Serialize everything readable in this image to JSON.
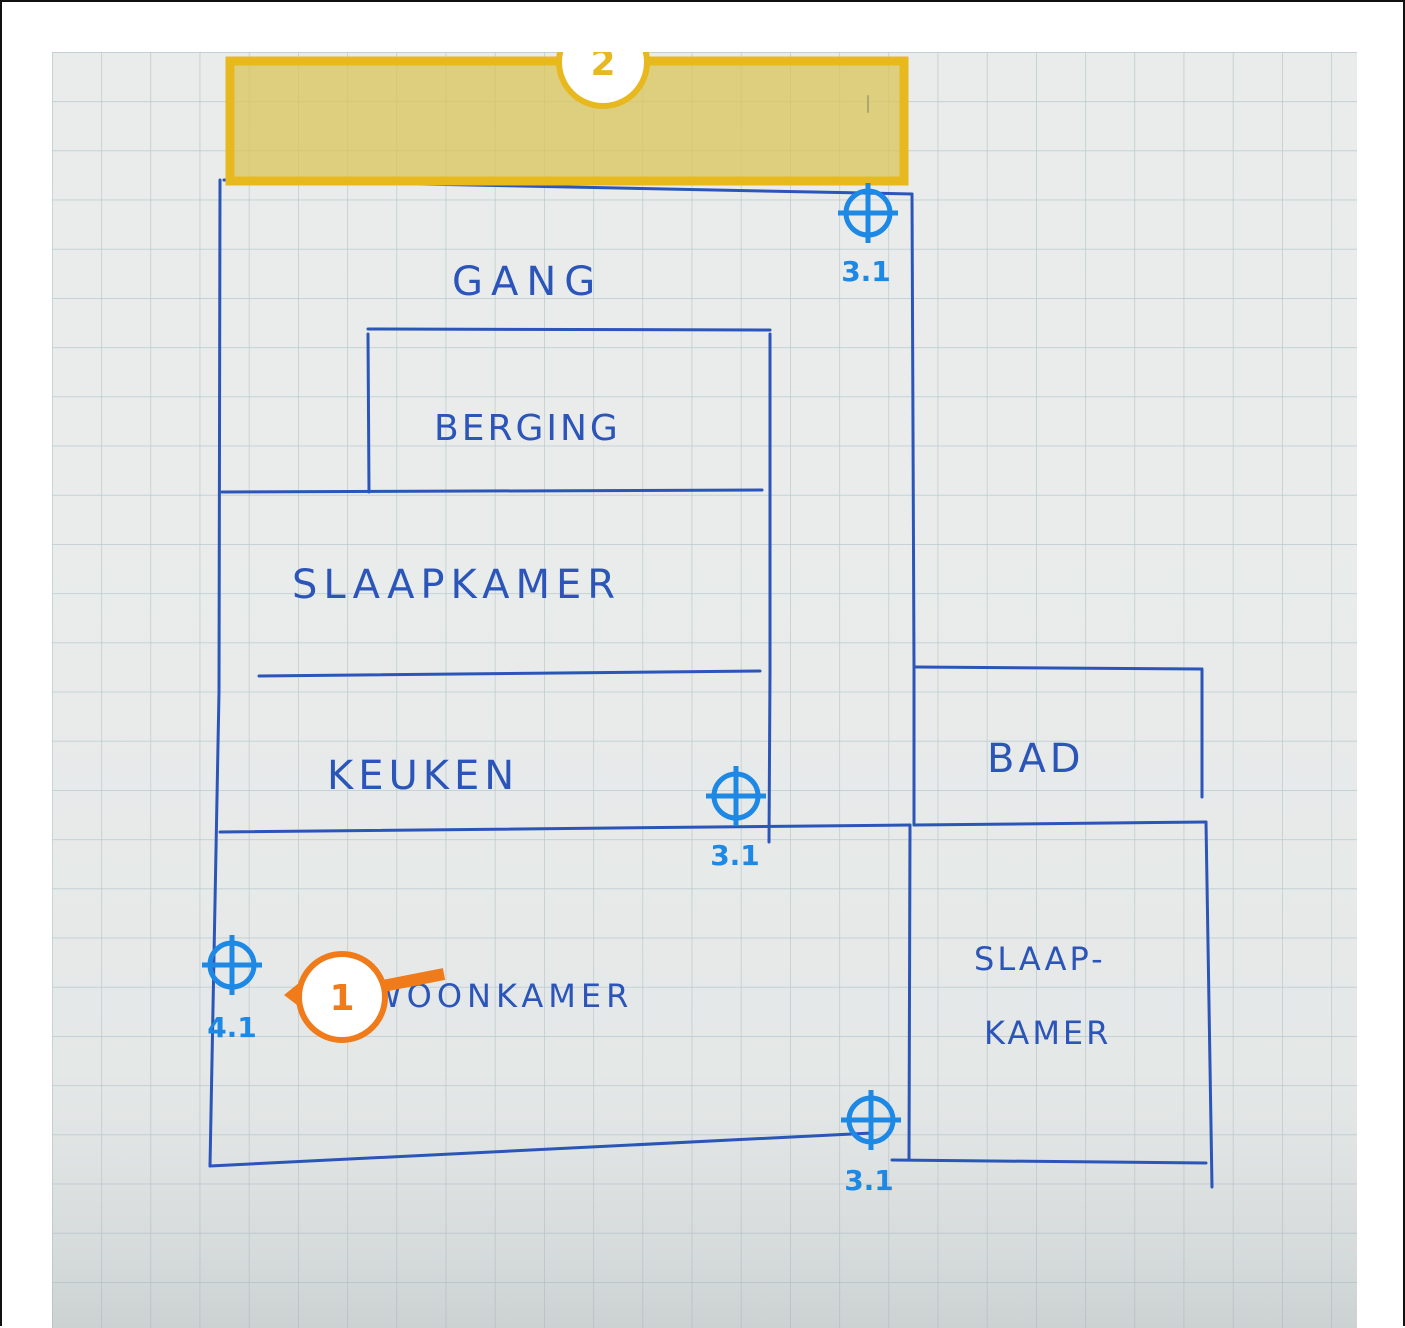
{
  "floorplan": {
    "rooms": {
      "gang": "GANG",
      "berging": "BERGING",
      "slaapkamer_1": "SLAAPKAMER",
      "keuken": "KEUKEN",
      "woonkamer": "WOONKAMER",
      "bad": "BAD",
      "slaapkamer_2_line1": "SLAAP-",
      "slaapkamer_2_line2": "KAMER"
    }
  },
  "annotations": {
    "callout_1": "1",
    "callout_2": "2",
    "target_labels": [
      "3.1",
      "3.1",
      "3.1",
      "4.1"
    ]
  },
  "colors": {
    "ink": "#2b55b8",
    "grid": "#b7c7cc",
    "paper": "#e9eceb",
    "highlight_fill": "#d8c558",
    "highlight_border": "#e8b81f",
    "callout_1": "#f07b1a",
    "target": "#1e88e5"
  }
}
